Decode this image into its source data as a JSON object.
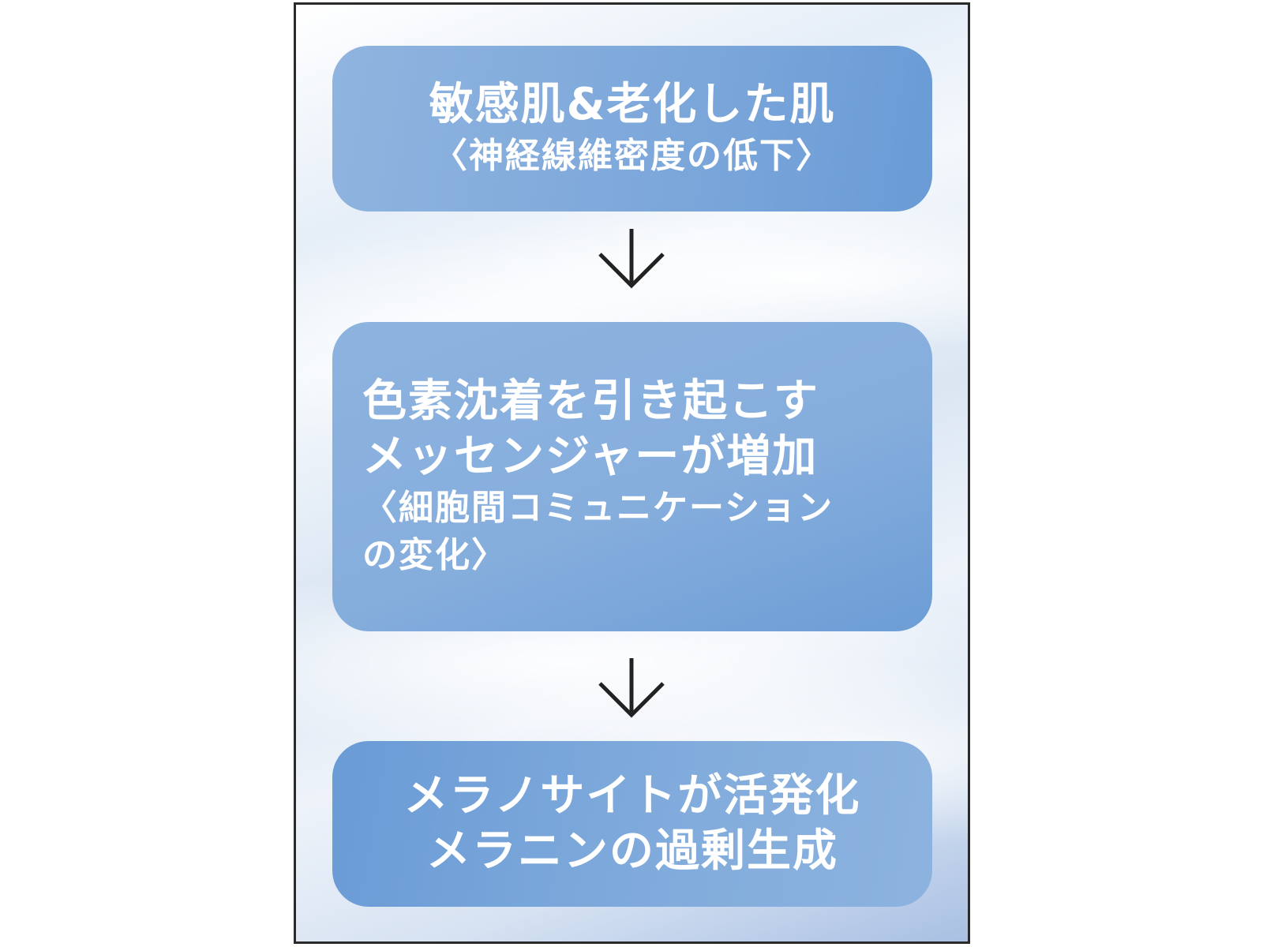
{
  "diagram": {
    "step1": {
      "title": "敏感肌&老化した肌",
      "subtitle": "〈神経線維密度の低下〉"
    },
    "step2": {
      "line1": "色素沈着を引き起こす",
      "line2": "メッセンジャーが増加",
      "line3": "〈細胞間コミュニケーション",
      "line4": "の変化〉"
    },
    "step3": {
      "line1": "メラノサイトが活発化",
      "line2": "メラニンの過剰生成"
    },
    "colors": {
      "box": "#7fa9db",
      "arrow": "#222222",
      "text": "#ffffff"
    }
  }
}
